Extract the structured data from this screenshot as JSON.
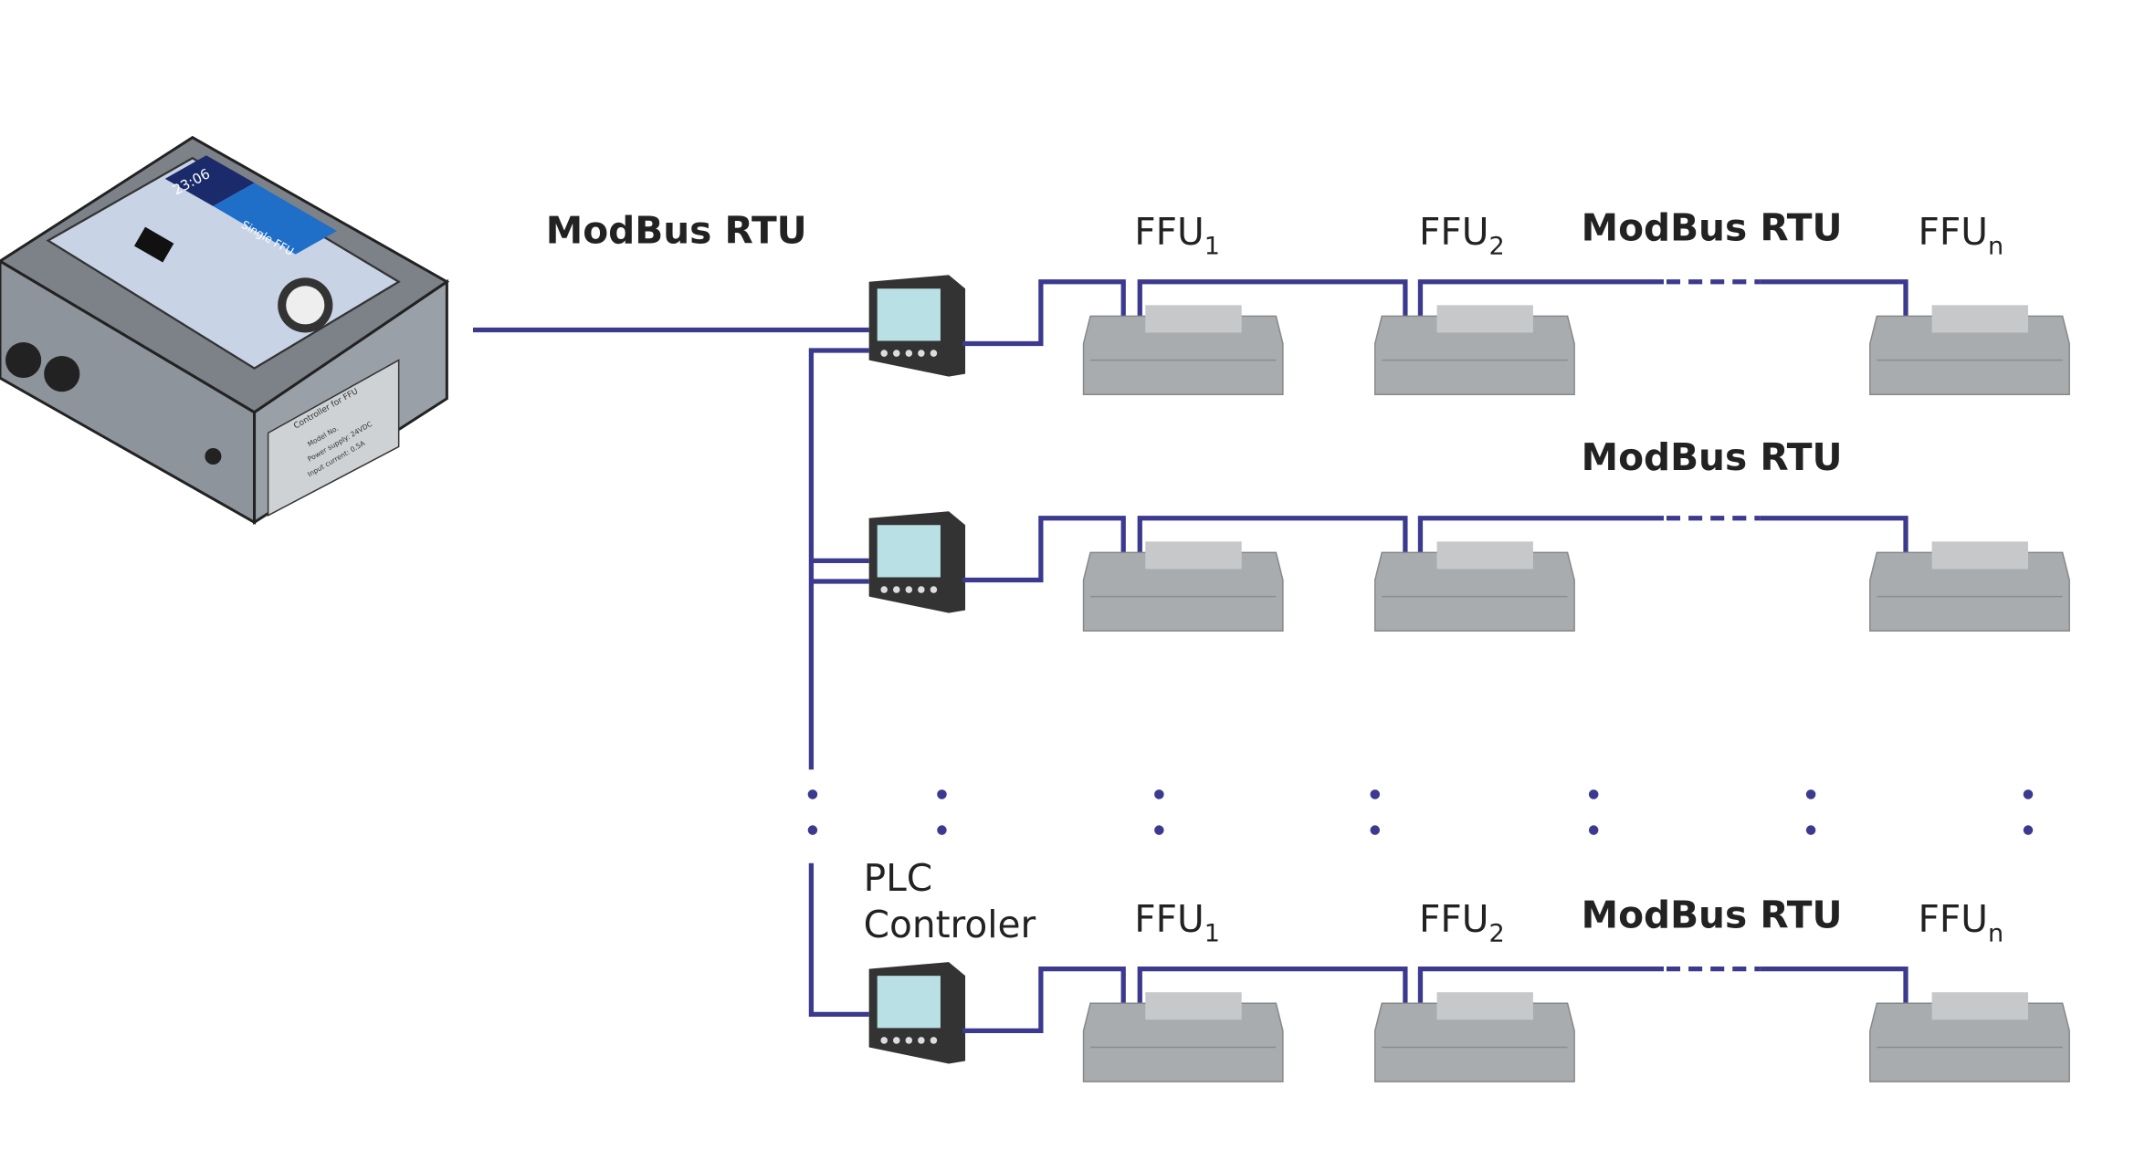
{
  "main_link_label": "ModBus RTU",
  "plc_label_line1": "PLC",
  "plc_label_line2": "Controler",
  "rows": [
    {
      "bus_label": "ModBus RTU",
      "ffu_labels": [
        "FFU",
        "FFU",
        "FFU"
      ],
      "ffu_subscripts": [
        "1",
        "2",
        "n"
      ],
      "show_ffu_labels": true
    },
    {
      "bus_label": "ModBus RTU",
      "ffu_labels": [],
      "ffu_subscripts": [],
      "show_ffu_labels": false
    },
    {
      "bus_label": "ModBus RTU",
      "ffu_labels": [
        "FFU",
        "FFU",
        "FFU"
      ],
      "ffu_subscripts": [
        "1",
        "2",
        "n"
      ],
      "show_ffu_labels": true
    }
  ],
  "controller_device": {
    "screen_time": "23:06",
    "screen_title": "Single FFU",
    "nameplate_title": "Controller for FFU",
    "nameplate_lines": [
      "Model No.",
      "Power supply: 24VDC",
      "Input current: 0.5A"
    ]
  },
  "colors": {
    "wire": "#3b3a8f",
    "device_body": "#8e949c",
    "screen_accent": "#1f6fc8",
    "ffu_body": "#a9acaf"
  }
}
